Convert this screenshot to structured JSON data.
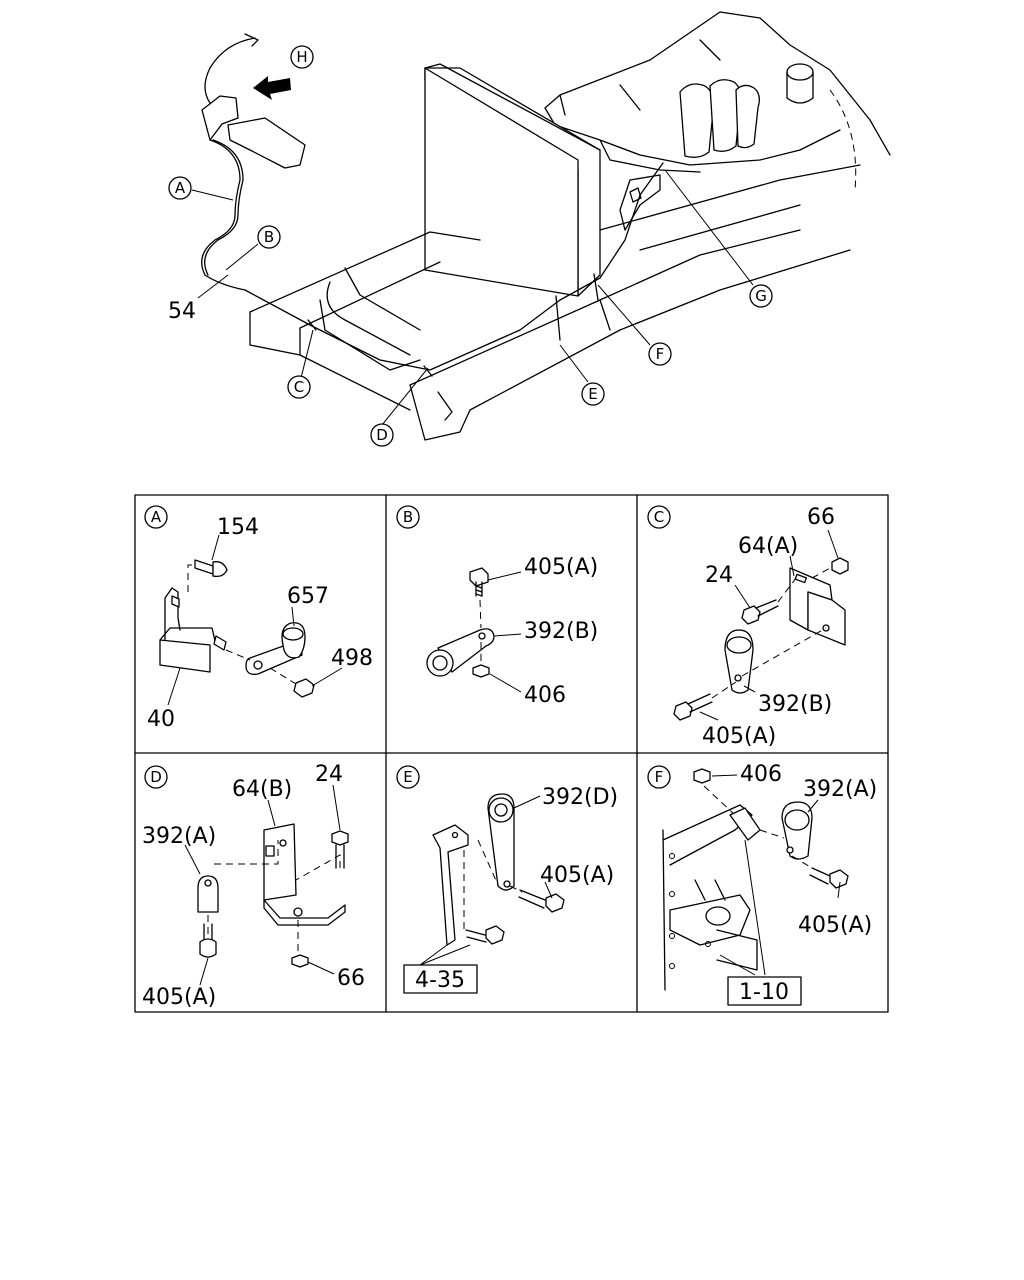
{
  "overview": {
    "callouts": [
      "H",
      "A",
      "B",
      "C",
      "D",
      "E",
      "F",
      "G"
    ],
    "part_label": "54"
  },
  "panels": [
    {
      "id": "A",
      "parts": [
        "154",
        "657",
        "498",
        "40"
      ]
    },
    {
      "id": "B",
      "parts": [
        "405(A)",
        "392(B)",
        "406"
      ]
    },
    {
      "id": "C",
      "parts": [
        "66",
        "64(A)",
        "24",
        "392(B)",
        "405(A)"
      ]
    },
    {
      "id": "D",
      "parts": [
        "64(B)",
        "24",
        "392(A)",
        "405(A)",
        "66"
      ]
    },
    {
      "id": "E",
      "parts": [
        "392(D)",
        "405(A)"
      ],
      "ref_box": "4-35"
    },
    {
      "id": "F",
      "parts": [
        "406",
        "392(A)",
        "405(A)"
      ],
      "ref_box": "1-10"
    }
  ]
}
